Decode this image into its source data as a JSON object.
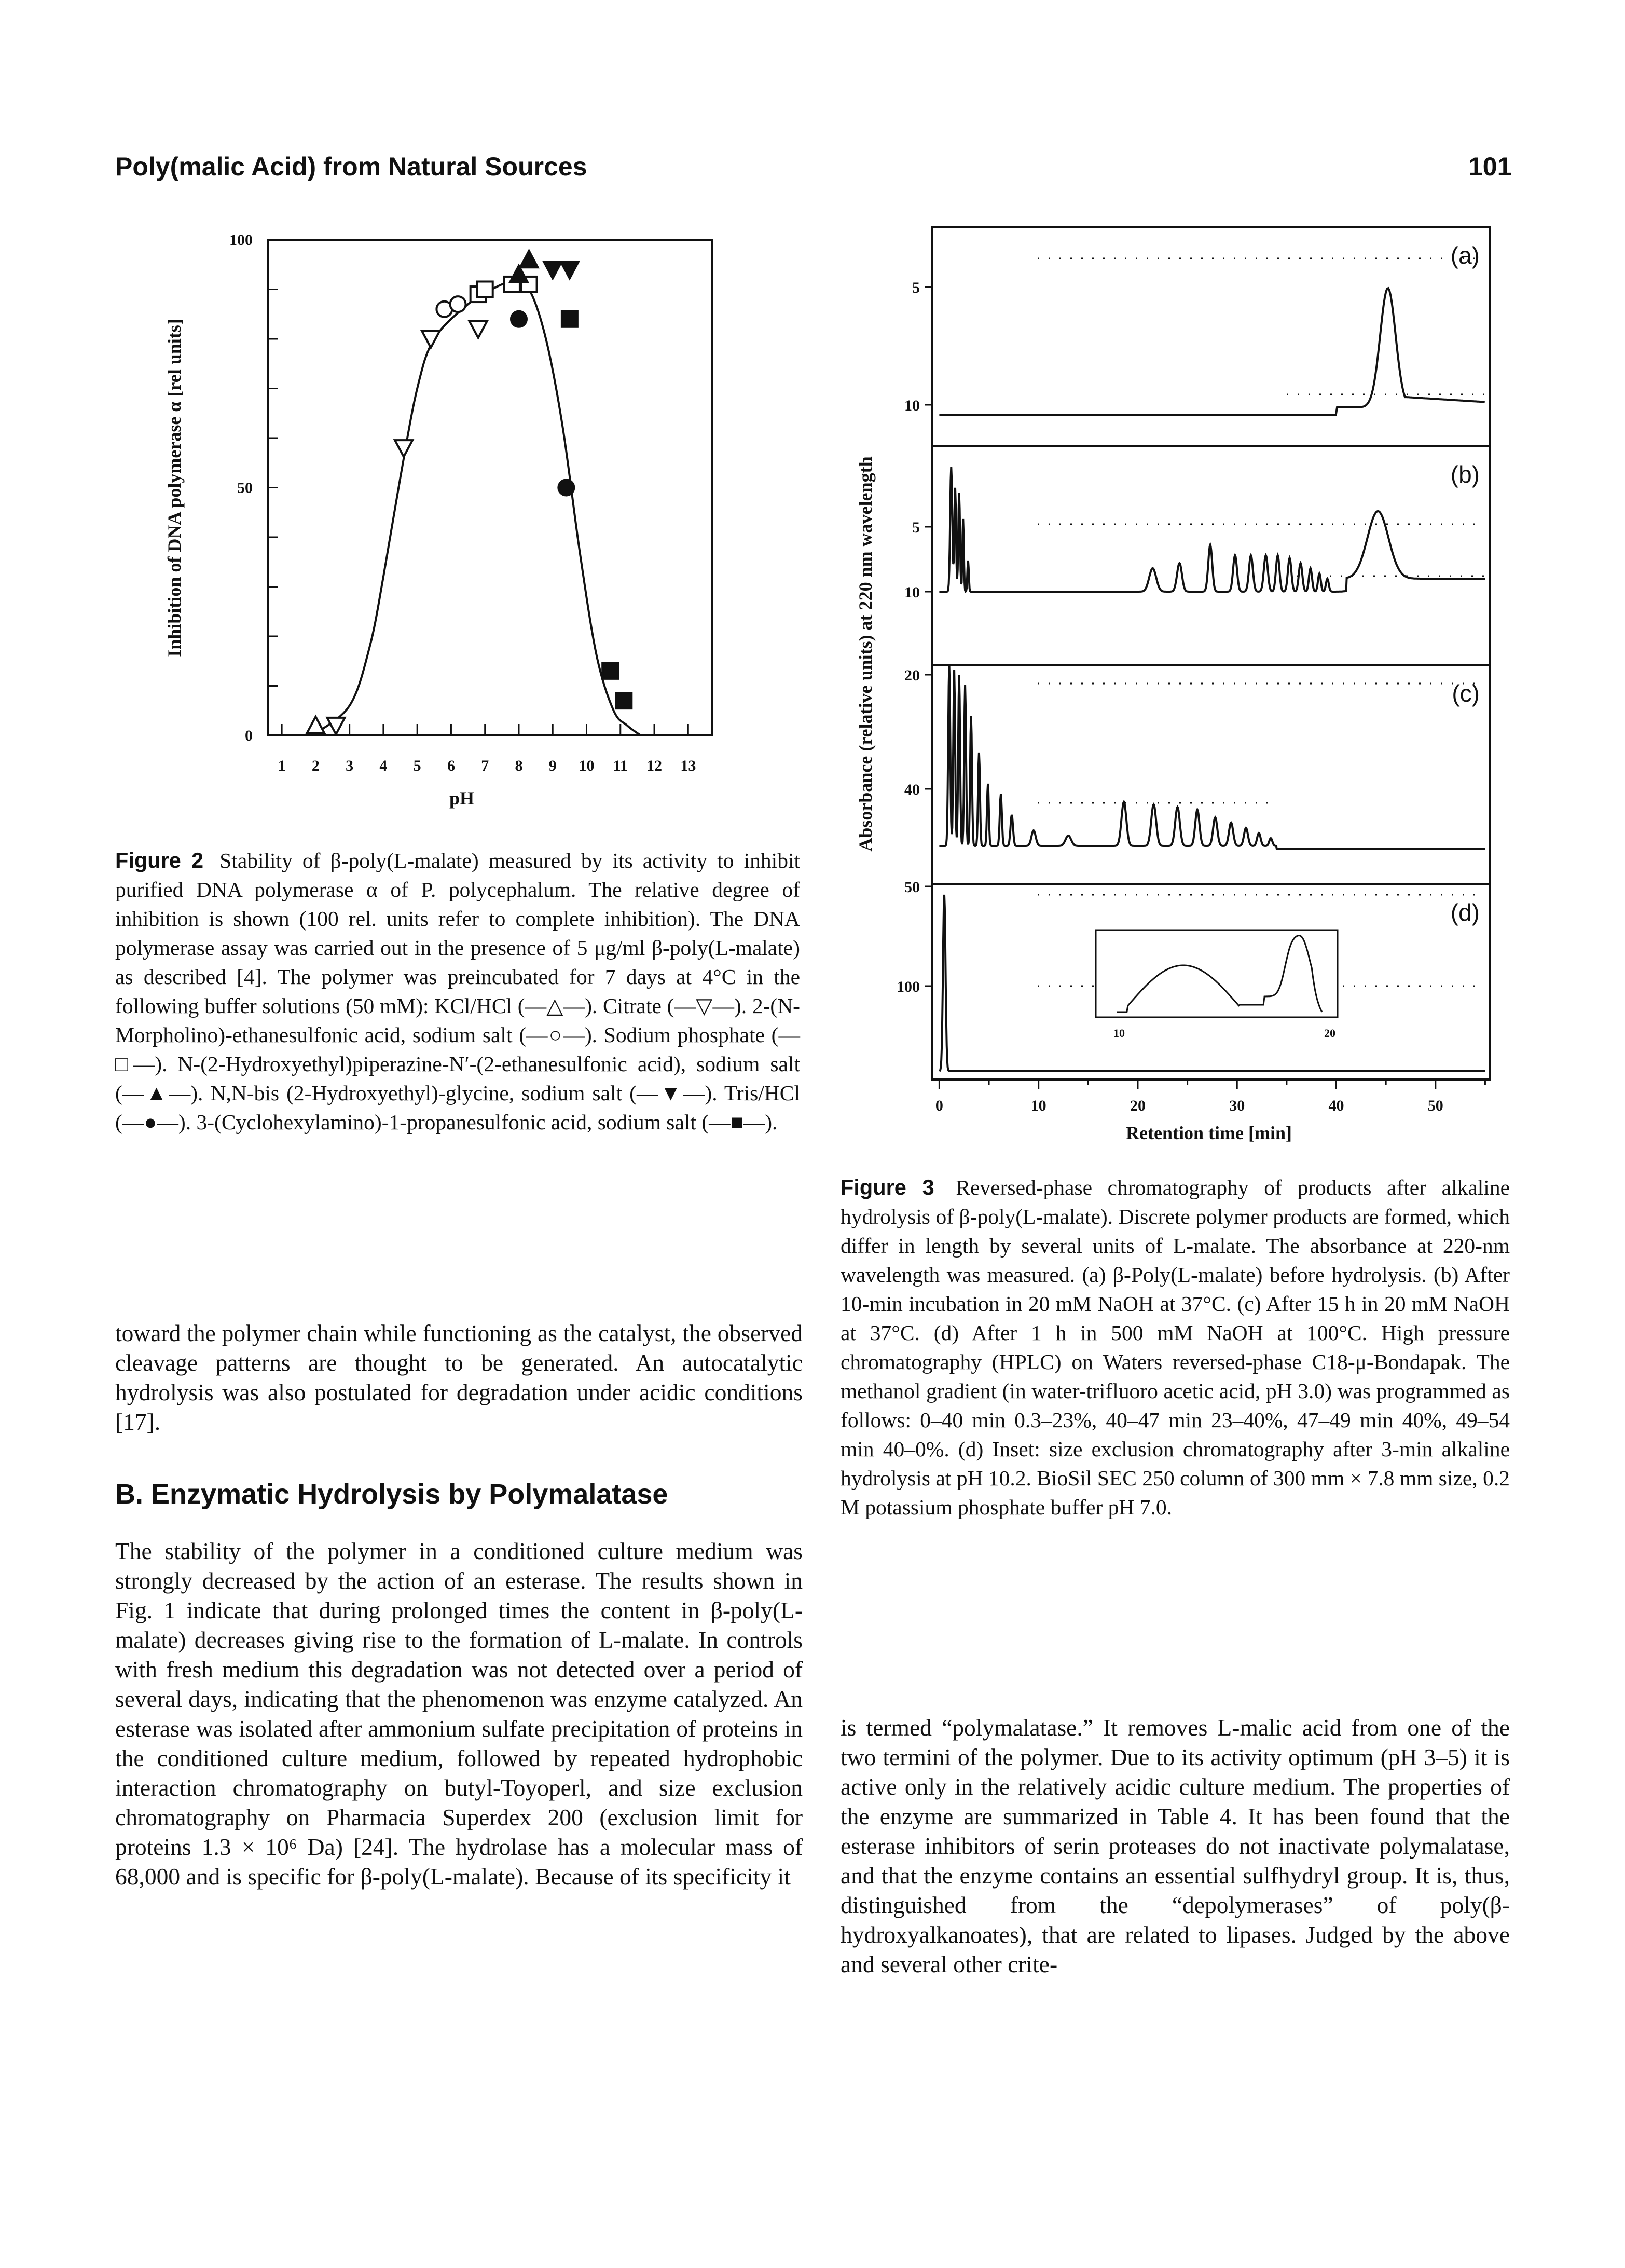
{
  "header": {
    "title": "Poly(malic Acid) from Natural Sources",
    "page_number": "101"
  },
  "figure2": {
    "label": "Figure 2",
    "caption": "Stability of β-poly(L-malate) measured by its activity to inhibit purified DNA polymerase α of P. polycephalum. The relative degree of inhibition is shown (100 rel. units refer to complete inhibition). The DNA polymerase assay was carried out in the presence of 5 μg/ml β-poly(L-malate) as described [4]. The polymer was preincubated for 7 days at 4°C in the following buffer solutions (50 mM): KCl/HCl (—△—). Citrate (—▽—). 2-(N-Morpholino)-ethanesulfonic acid, sodium salt (—○—). Sodium phosphate (—□—). N-(2-Hydroxyethyl)piperazine-N′-(2-ethanesulfonic acid), sodium salt (—▲—). N,N-bis (2-Hydroxyethyl)-glycine, sodium salt (—▼—). Tris/HCl (—●—). 3-(Cyclohexylamino)-1-propanesulfonic acid, sodium salt (—■—)."
  },
  "figure3": {
    "label": "Figure 3",
    "caption": "Reversed-phase chromatography of products after alkaline hydrolysis of β-poly(L-malate). Discrete polymer products are formed, which differ in length by several units of L-malate. The absorbance at 220-nm wavelength was measured. (a) β-Poly(L-malate) before hydrolysis. (b) After 10-min incubation in 20 mM NaOH at 37°C. (c) After 15 h in 20 mM NaOH at 37°C. (d) After 1 h in 500 mM NaOH at 100°C. High pressure chromatography (HPLC) on Waters reversed-phase C18-μ-Bondapak. The methanol gradient (in water-trifluoro acetic acid, pH 3.0) was programmed as follows: 0–40 min 0.3–23%, 40–47 min 23–40%, 47–49 min 40%, 49–54 min 40–0%. (d) Inset: size exclusion chromatography after 3-min alkaline hydrolysis at pH 10.2. BioSil SEC 250 column of 300 mm × 7.8 mm size, 0.2 M potassium phosphate buffer pH 7.0."
  },
  "body": {
    "left_para1": "toward the polymer chain while functioning as the catalyst, the observed cleavage patterns are thought to be generated. An autocatalytic hydrolysis was also postulated for degradation under acidic conditions [17].",
    "section_heading": "B.   Enzymatic Hydrolysis by Polymalatase",
    "left_para2": "The stability of the polymer in a conditioned culture medium was strongly decreased by the action of an esterase. The results shown in Fig. 1 indicate that during prolonged times the content in β-poly(L-malate) decreases giving rise to the formation of L-malate. In controls with fresh medium this degradation was not detected over a period of several days, indicating that the phenomenon was enzyme catalyzed. An esterase was isolated after ammonium sulfate precipitation of proteins in the conditioned culture medium, followed by repeated hydrophobic interaction chromatography on butyl-Toyoperl, and size exclusion chromatography on Pharmacia Superdex 200 (exclusion limit for proteins 1.3 × 10⁶ Da) [24]. The hydrolase has a molecular mass of 68,000 and is specific for β-poly(L-malate). Because of its specificity it",
    "right_para": "is termed “polymalatase.” It removes L-malic acid from one of the two termini of the polymer. Due to its activity optimum (pH 3–5) it is active only in the relatively acidic culture medium. The properties of the enzyme are summarized in Table 4. It has been found that the esterase inhibitors of serin proteases do not inactivate polymalatase, and that the enzyme contains an essential sulfhydryl group. It is, thus, distinguished from the “depolymerases” of poly(β-hydroxyalkanoates), that are related to lipases. Judged by the above and several other crite-"
  },
  "chart_data": [
    {
      "type": "scatter",
      "xlabel": "pH",
      "ylabel": "Inhibition of DNA polymerase α [rel units]",
      "xlim": [
        1,
        13
      ],
      "ylim": [
        0,
        100
      ],
      "x_ticks": [
        "1",
        "2",
        "3",
        "4",
        "5",
        "6",
        "7",
        "8",
        "9",
        "10",
        "11",
        "12",
        "13"
      ],
      "y_ticks": [
        "0",
        "50",
        "100"
      ],
      "grid": false,
      "series": [
        {
          "marker": "triangle-up-open",
          "points": [
            [
              2.0,
              2
            ]
          ]
        },
        {
          "marker": "triangle-down-open",
          "points": [
            [
              2.6,
              2
            ],
            [
              5.4,
              80
            ],
            [
              4.6,
              58
            ],
            [
              6.8,
              82
            ]
          ]
        },
        {
          "marker": "circle-open",
          "points": [
            [
              5.8,
              86
            ],
            [
              6.2,
              87
            ]
          ]
        },
        {
          "marker": "square-open",
          "points": [
            [
              6.8,
              89
            ],
            [
              7.0,
              90
            ],
            [
              7.8,
              91
            ],
            [
              8.3,
              91
            ]
          ]
        },
        {
          "marker": "triangle-up-filled",
          "points": [
            [
              8.0,
              93
            ],
            [
              8.3,
              96
            ]
          ]
        },
        {
          "marker": "triangle-down-filled",
          "points": [
            [
              9.0,
              94
            ],
            [
              9.5,
              94
            ]
          ]
        },
        {
          "marker": "circle-filled",
          "points": [
            [
              8.0,
              84
            ],
            [
              9.4,
              50
            ]
          ]
        },
        {
          "marker": "square-filled",
          "points": [
            [
              9.5,
              84
            ],
            [
              10.7,
              13
            ],
            [
              11.1,
              7
            ]
          ]
        }
      ],
      "fit_curve": [
        [
          1.9,
          0
        ],
        [
          3.0,
          6
        ],
        [
          3.6,
          18
        ],
        [
          4.0,
          32
        ],
        [
          4.5,
          52
        ],
        [
          5.0,
          70
        ],
        [
          5.5,
          80
        ],
        [
          6.5,
          87
        ],
        [
          7.2,
          90
        ],
        [
          7.8,
          91.5
        ],
        [
          8.3,
          90
        ],
        [
          8.8,
          80
        ],
        [
          9.3,
          62
        ],
        [
          9.8,
          37
        ],
        [
          10.3,
          16
        ],
        [
          10.8,
          5
        ],
        [
          11.2,
          2
        ],
        [
          11.6,
          0
        ]
      ]
    },
    {
      "type": "line",
      "xlabel": "Retention time [min]",
      "ylabel": "Absorbance (relative units) at 220 nm wavelength",
      "x_ticks": [
        "0",
        "10",
        "20",
        "30",
        "40",
        "50"
      ],
      "xlim": [
        0,
        55
      ],
      "panels": [
        {
          "label": "(a)",
          "y_ticks": [
            "5",
            "10"
          ]
        },
        {
          "label": "(b)",
          "y_ticks": [
            "5",
            "10"
          ]
        },
        {
          "label": "(c)",
          "y_ticks": [
            "20",
            "40"
          ]
        },
        {
          "label": "(d)",
          "y_ticks": [
            "50",
            "100"
          ],
          "inset_x_ticks": [
            "10",
            "20"
          ]
        }
      ]
    }
  ]
}
